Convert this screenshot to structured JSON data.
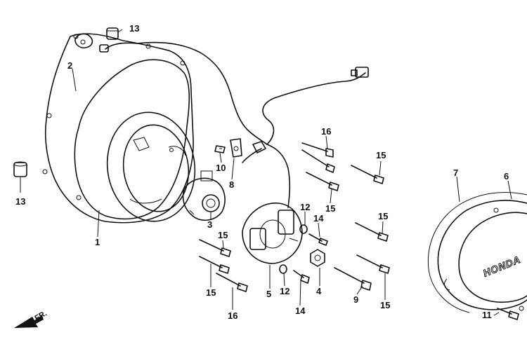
{
  "diagram": {
    "direction_label": "FR.",
    "cover_brand": "HONDA"
  },
  "callouts": [
    {
      "id": "c1",
      "label": "1"
    },
    {
      "id": "c2",
      "label": "2"
    },
    {
      "id": "c3",
      "label": "3"
    },
    {
      "id": "c4",
      "label": "4"
    },
    {
      "id": "c5",
      "label": "5"
    },
    {
      "id": "c6",
      "label": "6"
    },
    {
      "id": "c7",
      "label": "7"
    },
    {
      "id": "c8",
      "label": "8"
    },
    {
      "id": "c9",
      "label": "9"
    },
    {
      "id": "c10",
      "label": "10"
    },
    {
      "id": "c11",
      "label": "11"
    },
    {
      "id": "c12a",
      "label": "12"
    },
    {
      "id": "c12b",
      "label": "12"
    },
    {
      "id": "c13a",
      "label": "13"
    },
    {
      "id": "c13b",
      "label": "13"
    },
    {
      "id": "c14a",
      "label": "14"
    },
    {
      "id": "c14b",
      "label": "14"
    },
    {
      "id": "c15a",
      "label": "15"
    },
    {
      "id": "c15b",
      "label": "15"
    },
    {
      "id": "c15c",
      "label": "15"
    },
    {
      "id": "c15d",
      "label": "15"
    },
    {
      "id": "c15e",
      "label": "15"
    },
    {
      "id": "c15f",
      "label": "15"
    },
    {
      "id": "c16a",
      "label": "16"
    },
    {
      "id": "c16b",
      "label": "16"
    }
  ]
}
